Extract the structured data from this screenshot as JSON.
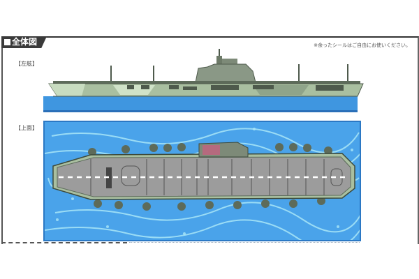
{
  "header": {
    "title": "全体図",
    "note": "※余ったシールはご自由にお使いください。"
  },
  "views": {
    "side": {
      "label": "【左舷】"
    },
    "top": {
      "label": "【上面】"
    }
  },
  "colors": {
    "hull_green": "#a9bfa0",
    "hull_dark": "#5d6b5a",
    "deck_gray": "#9c9c9c",
    "sea_blue": "#4aa3ea",
    "sea_border": "#2b78c4",
    "foam": "#a9e6f7",
    "island_red": "#b56a7e"
  }
}
